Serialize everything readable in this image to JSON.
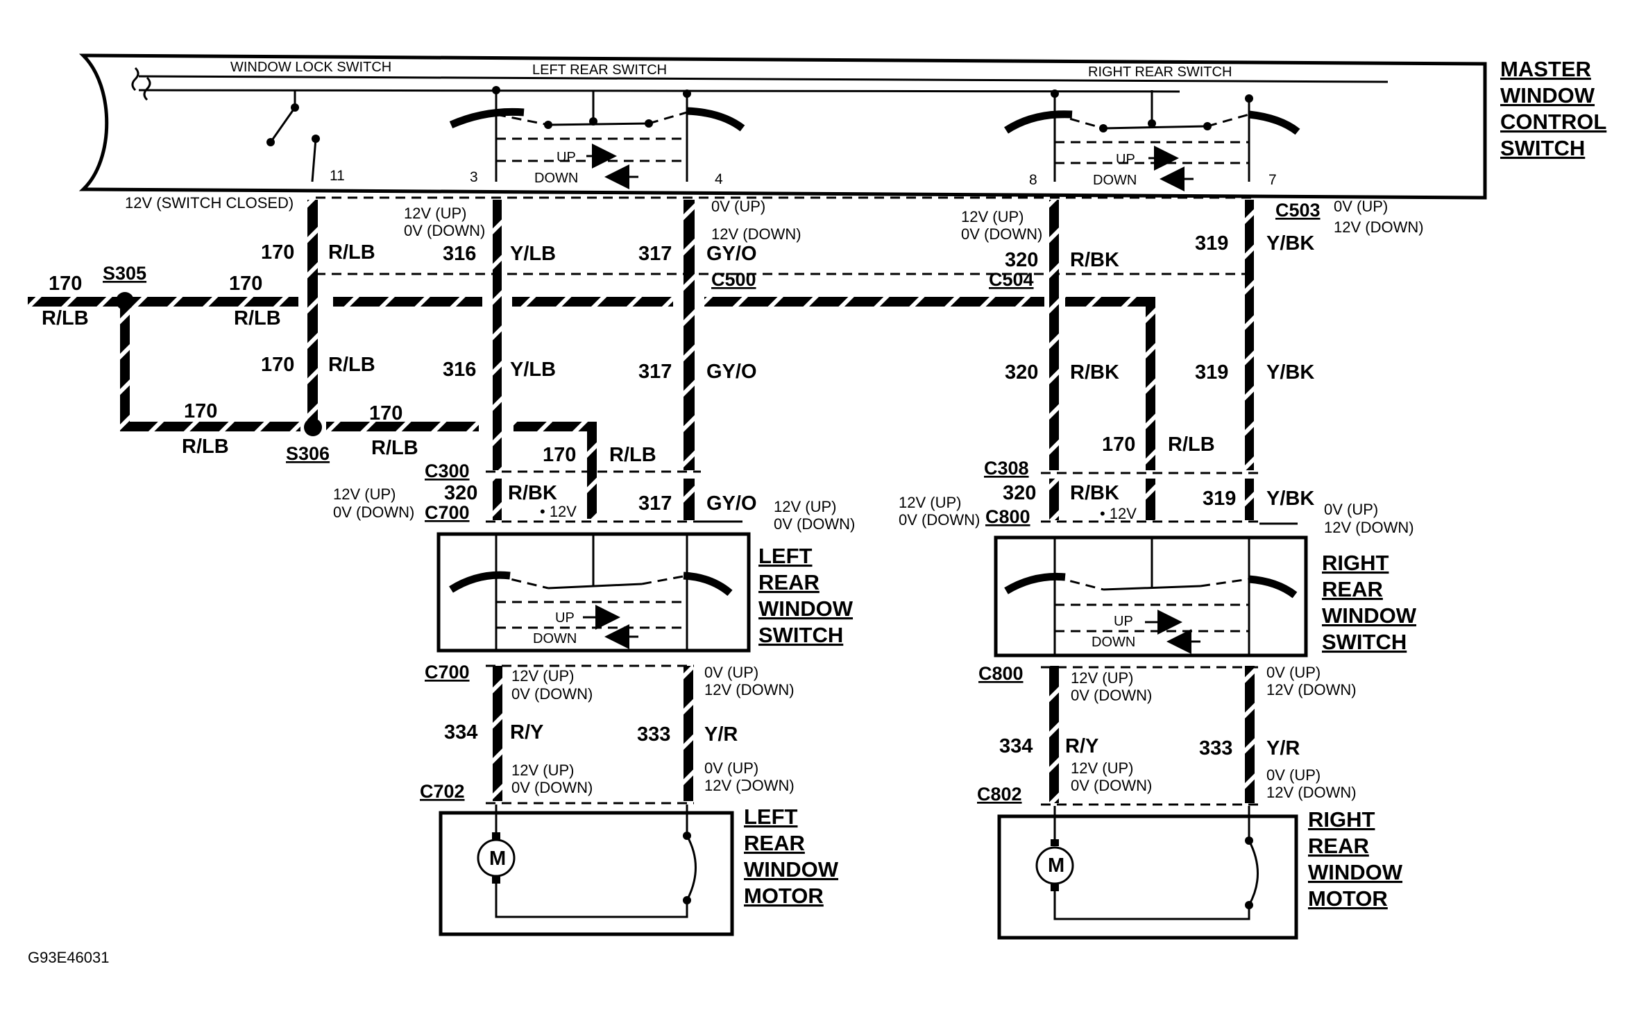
{
  "master": {
    "title": [
      "MASTER",
      "WINDOW",
      "CONTROL",
      "SWITCH"
    ],
    "window_lock_label": "WINDOW  LOCK  SWITCH",
    "left_rear_label": "LEFT REAR SWITCH",
    "right_rear_label": "RIGHT REAR SWITCH",
    "pins": [
      "11",
      "3",
      "4",
      "8",
      "7"
    ],
    "up": "UP",
    "down": "DOWN",
    "switch_closed": "12V (SWITCH CLOSED)"
  },
  "voltages": {
    "up12": "12V (UP)",
    "down0": "0V (DOWN)",
    "up0": "0V (UP)",
    "down12": "12V (DOWN)",
    "plus12": "• 12V",
    "down12_alt": "12V (ᑐOWN)"
  },
  "wires": {
    "c170": "170",
    "rlb": "R/LB",
    "c316": "316",
    "ylb": "Y/LB",
    "c317": "317",
    "gyo": "GY/O",
    "c320": "320",
    "rbk": "R/BK",
    "c319": "319",
    "ybk": "Y/BK",
    "c334": "334",
    "ry": "R/Y",
    "c333": "333",
    "yr": "Y/R"
  },
  "connectors": {
    "c503": "C503",
    "c500": "C500",
    "c504": "C504",
    "s305": "S305",
    "s306": "S306",
    "c300": "C300",
    "c308": "C308",
    "c700": "C700",
    "c800": "C800",
    "c702": "C702",
    "c802": "C802"
  },
  "components": {
    "left_switch": [
      "LEFT",
      "REAR",
      "WINDOW",
      "SWITCH"
    ],
    "right_switch": [
      "RIGHT",
      "REAR",
      "WINDOW",
      "SWITCH"
    ],
    "left_motor": [
      "LEFT",
      "REAR",
      "WINDOW",
      "MOTOR"
    ],
    "right_motor": [
      "RIGHT",
      "REAR",
      "WINDOW",
      "MOTOR"
    ],
    "motor_symbol": "M"
  },
  "figure_ref": "G93E46031"
}
